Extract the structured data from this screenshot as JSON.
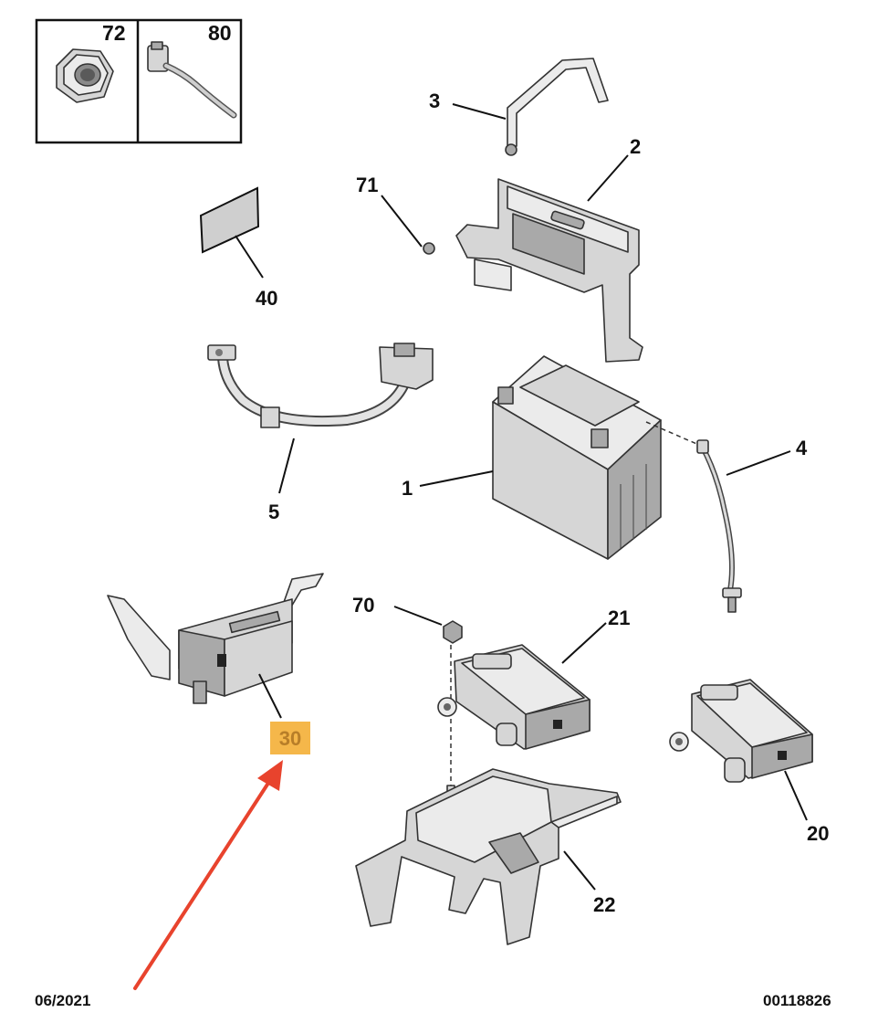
{
  "inset": {
    "labels": [
      "72",
      "80"
    ]
  },
  "callouts": {
    "p1": "1",
    "p2": "2",
    "p3": "3",
    "p4": "4",
    "p5": "5",
    "p20": "20",
    "p21": "21",
    "p22": "22",
    "p30": "30",
    "p40": "40",
    "p70": "70",
    "p71": "71"
  },
  "highlight": {
    "label": "30",
    "color": "#f5b74a",
    "arrow_color": "#e8432d"
  },
  "footer": {
    "date": "06/2021",
    "ref": "00118826"
  }
}
